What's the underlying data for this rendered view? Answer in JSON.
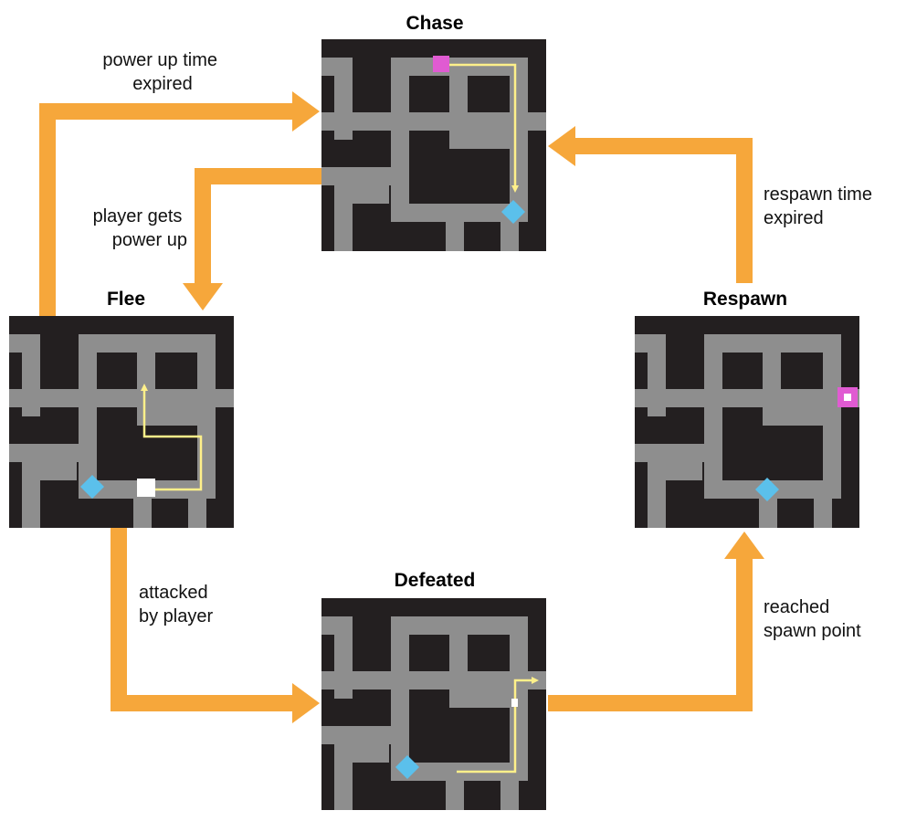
{
  "states": {
    "chase": {
      "title": "Chase"
    },
    "flee": {
      "title": "Flee"
    },
    "respawn": {
      "title": "Respawn"
    },
    "defeated": {
      "title": "Defeated"
    }
  },
  "transitions": {
    "power_up_expired": {
      "line1": "power up time",
      "line2": "expired"
    },
    "player_gets_power_up": {
      "line1": "player gets",
      "line2": "power up"
    },
    "respawn_time_expired": {
      "line1": "respawn time",
      "line2": "expired"
    },
    "attacked_by_player": {
      "line1": "attacked",
      "line2": "by player"
    },
    "reached_spawn_point": {
      "line1": "reached",
      "line2": "spawn point"
    }
  },
  "colors": {
    "arrow": "#f6a73b",
    "maze_wall": "#231f20",
    "maze_path": "#8e8e8e",
    "player_marker": "#5bc0eb",
    "ghost_chase": "#e05bd2",
    "ghost_flee": "#ffffff",
    "route": "#fff08a"
  },
  "icons": {
    "player": "diamond-icon",
    "ghost": "square-icon"
  }
}
